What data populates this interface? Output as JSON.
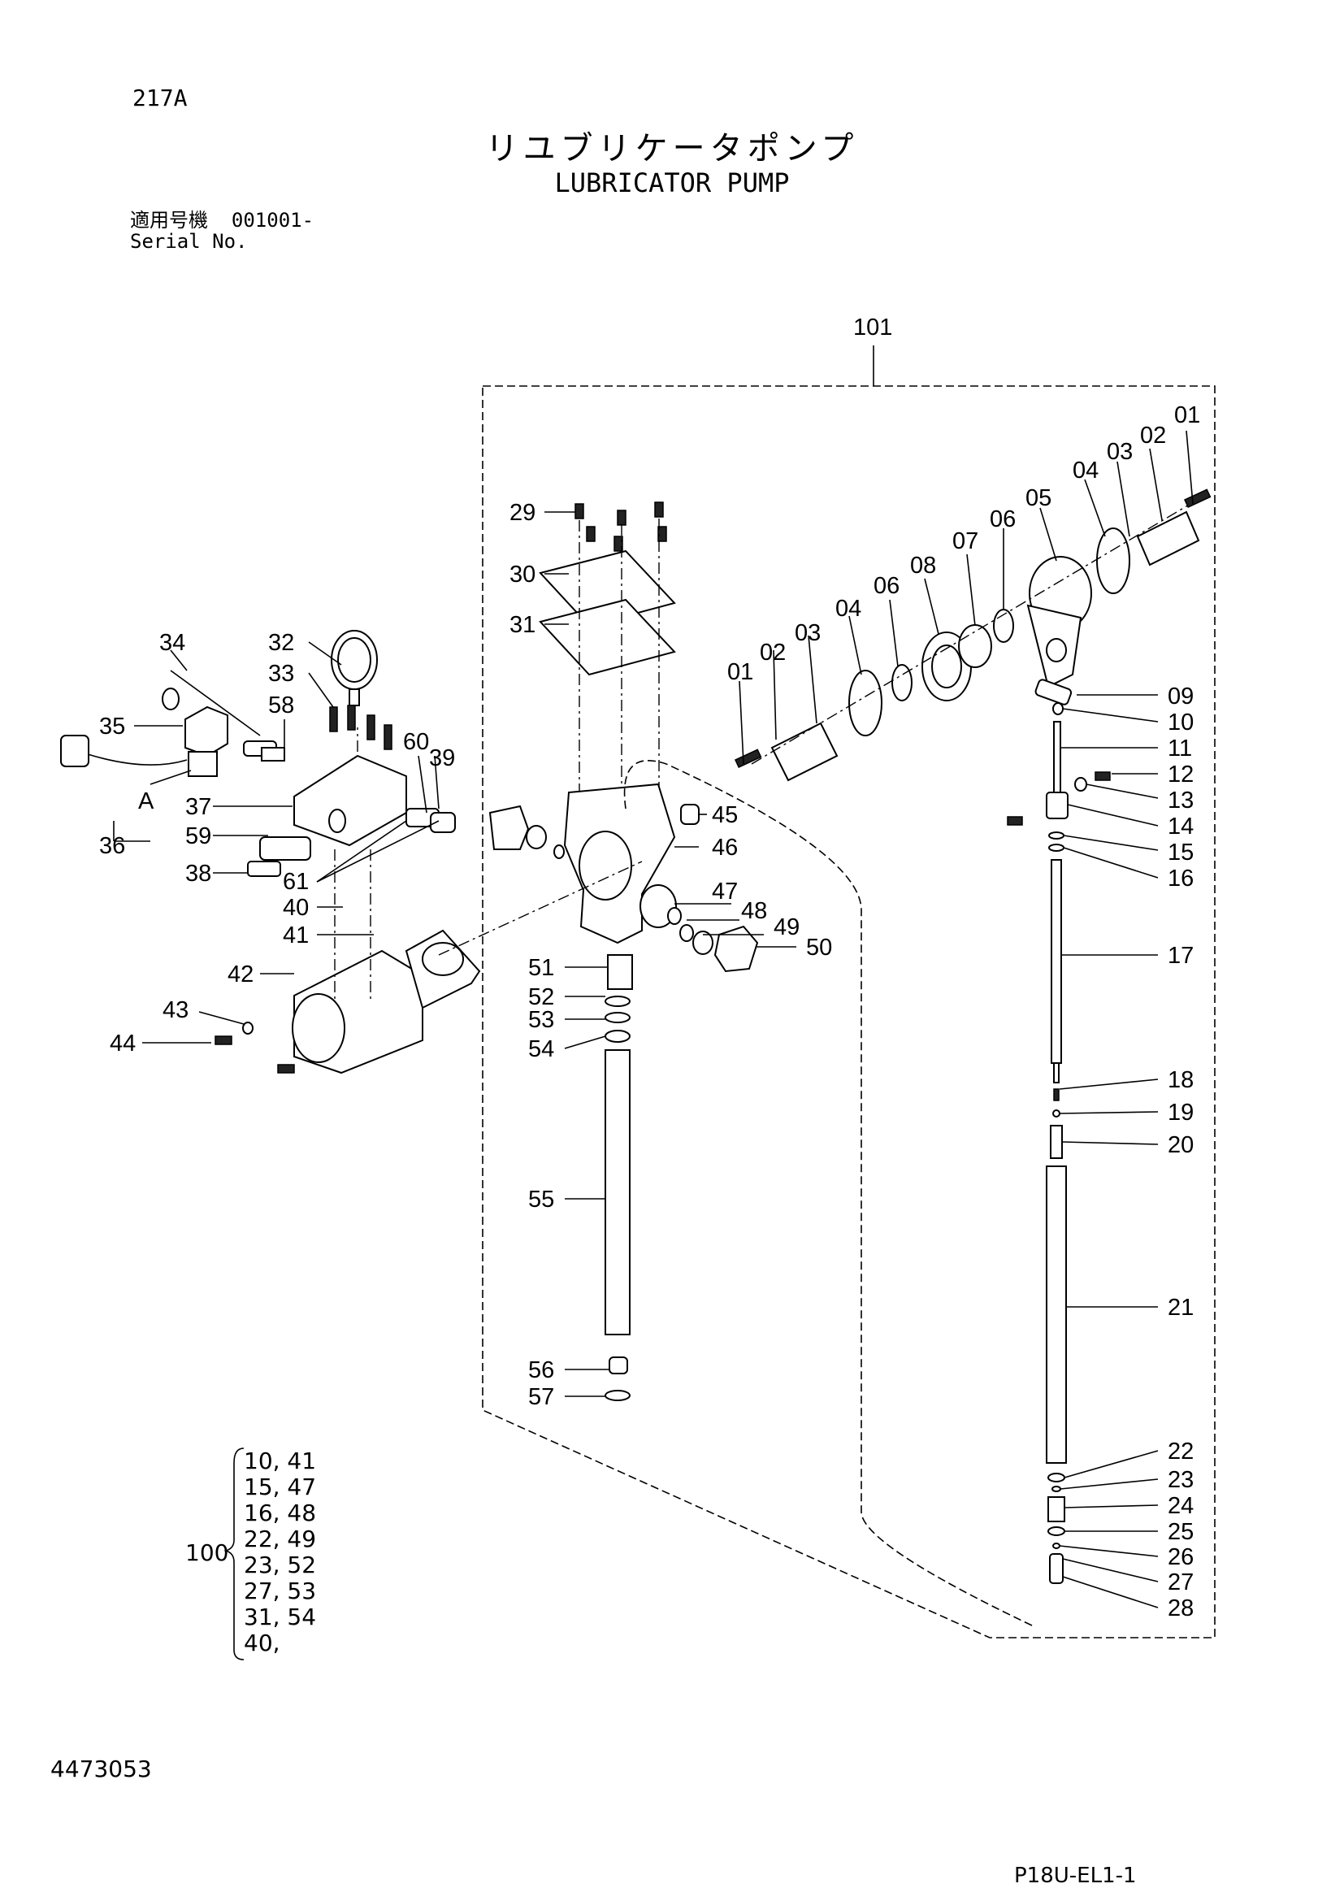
{
  "header": {
    "page_code": "217A",
    "title_ja": "リユブリケータポンプ",
    "title_en": "LUBRICATOR PUMP",
    "serial_label_ja": "適用号機",
    "serial_value": "001001-",
    "serial_label_en": "Serial No."
  },
  "diagram": {
    "assembly_label": "101",
    "sub_label_a": "A",
    "callouts": [
      "01",
      "02",
      "03",
      "04",
      "05",
      "06",
      "07",
      "08",
      "09",
      "10",
      "11",
      "12",
      "13",
      "14",
      "15",
      "16",
      "17",
      "18",
      "19",
      "20",
      "21",
      "22",
      "23",
      "24",
      "25",
      "26",
      "27",
      "28",
      "29",
      "30",
      "31",
      "32",
      "33",
      "34",
      "35",
      "36",
      "37",
      "38",
      "39",
      "40",
      "41",
      "42",
      "43",
      "44",
      "45",
      "46",
      "47",
      "48",
      "49",
      "50",
      "51",
      "52",
      "53",
      "54",
      "55",
      "56",
      "57",
      "58",
      "59",
      "60",
      "61",
      "01",
      "02",
      "03",
      "04",
      "06"
    ]
  },
  "kit": {
    "number": "100",
    "items": [
      "10, 41",
      "15, 47",
      "16, 48",
      "22, 49",
      "23, 52",
      "27, 53",
      "31, 54",
      "40,"
    ]
  },
  "footer": {
    "drawing_no": "4473053",
    "sheet_code": "P18U-EL1-1"
  }
}
